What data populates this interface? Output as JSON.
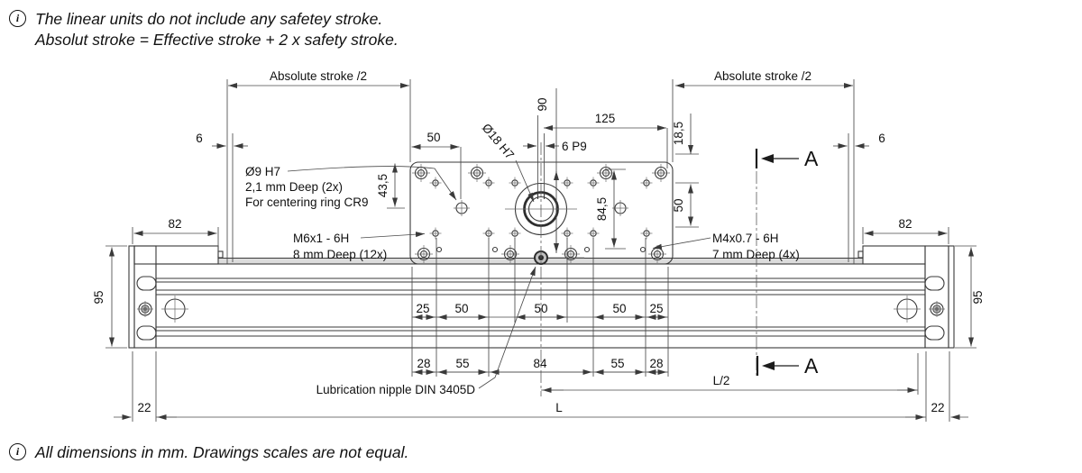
{
  "notes": {
    "info_symbol": "i",
    "top_line1": "The linear units do not include any safetey stroke.",
    "top_line2": "Absolut stroke = Effective stroke + 2 x safety stroke.",
    "bottom": "All dimensions in mm. Drawings scales are not equal."
  },
  "drawing": {
    "type": "technical-drawing",
    "view": "top view of linear unit with carriage plate",
    "dims": {
      "abs_stroke_left": "Absolute stroke /2",
      "abs_stroke_right": "Absolute stroke /2",
      "six_left": "6",
      "six_right": "6",
      "fifty_top": "50",
      "ninety": "90",
      "one_twenty_five": "125",
      "six_p9": "6 P9",
      "eighteen_five": "18,5",
      "bore": "Ø18 H7",
      "forty_three_five": "43,5",
      "eighty_four_five": "84,5",
      "fifty_right": "50",
      "eighty_two_left": "82",
      "eighty_two_right": "82",
      "ninety_five_left": "95",
      "ninety_five_right": "95",
      "bottom_row1": [
        "25",
        "50",
        "50",
        "50",
        "25"
      ],
      "bottom_row2": [
        "28",
        "55",
        "84",
        "55",
        "28"
      ],
      "l_half": "L/2",
      "l": "L",
      "twenty_two_left": "22",
      "twenty_two_right": "22"
    },
    "callouts": {
      "phi9_line1": "Ø9 H7",
      "phi9_line2": "2,1 mm Deep (2x)",
      "phi9_line3": "For centering ring CR9",
      "m6_line1": "M6x1 - 6H",
      "m6_line2": "8 mm  Deep (12x)",
      "m4_line1": "M4x0.7 - 6H",
      "m4_line2": "7 mm Deep (4x)",
      "lubrication": "Lubrication nipple DIN 3405D"
    },
    "section": {
      "label_top": "A",
      "label_bottom": "A"
    }
  }
}
